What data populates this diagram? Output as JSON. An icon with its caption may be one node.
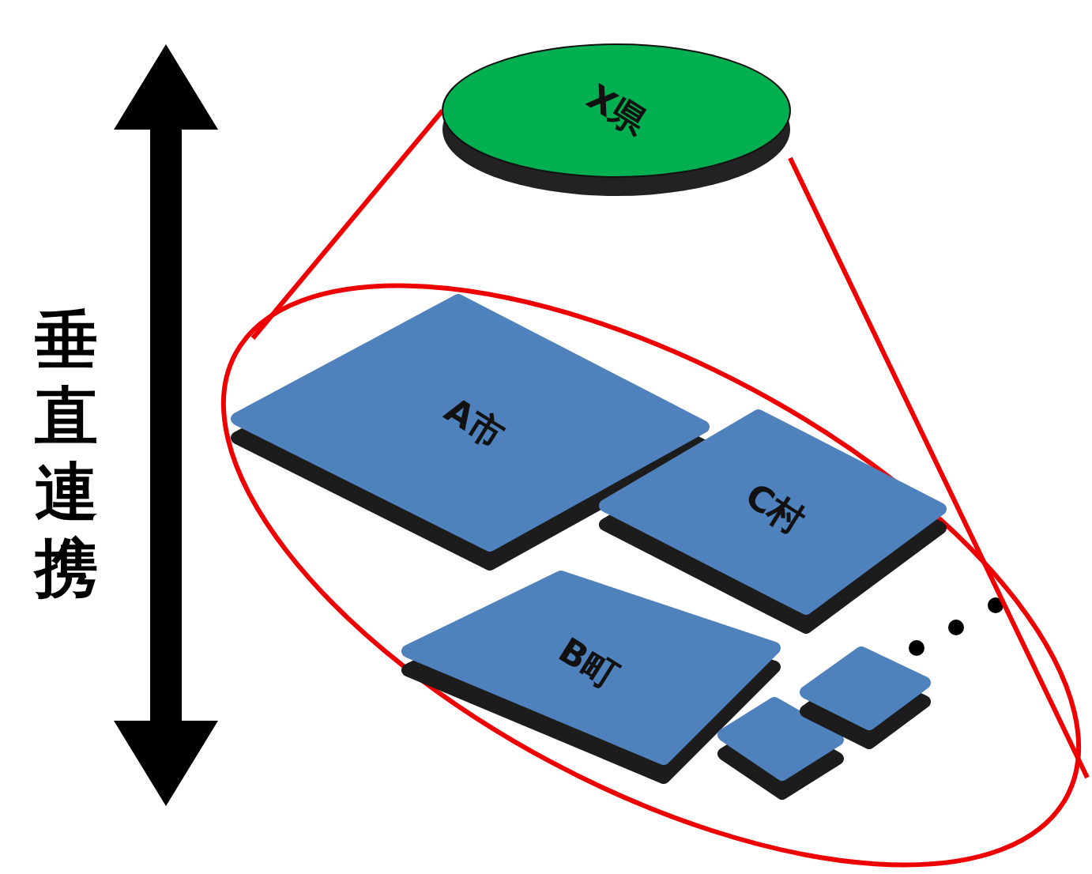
{
  "diagram": {
    "nodes": [
      {
        "text": [
          "X県"
        ]
      },
      {
        "text": [],
        "shape": "ellipse"
      },
      {
        "text": [
          "A市"
        ],
        "in": 1
      },
      {
        "text": [
          "C村"
        ],
        "in": 1
      },
      {
        "text": [
          "B町"
        ],
        "in": 1
      },
      {
        "text": [],
        "shape": "box",
        "in": 1
      },
      {
        "text": [],
        "shape": "box",
        "in": 1
      }
    ],
    "edges": [
      {
        "from": 0,
        "to": 1,
        "arrow": "none"
      },
      {
        "from": 0,
        "to": 1,
        "arrow": "none"
      }
    ],
    "labels": [
      "垂直連携"
    ]
  }
}
